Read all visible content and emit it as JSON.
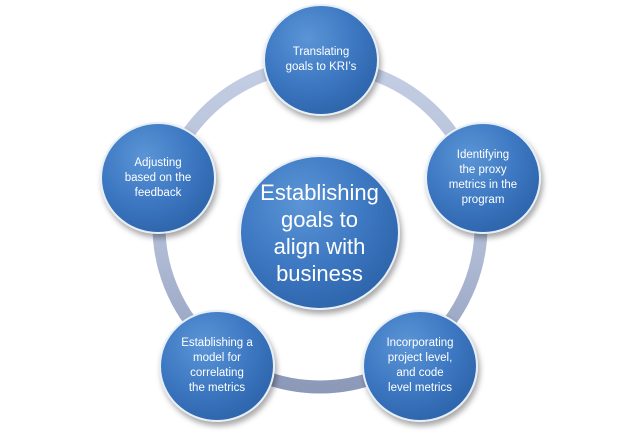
{
  "diagram": {
    "center": {
      "label": "Establishing\ngoals to\nalign with\nbusiness"
    },
    "nodes": [
      {
        "label": "Translating\ngoals to KRI’s"
      },
      {
        "label": "Identifying\nthe proxy\nmetrics in the\nprogram"
      },
      {
        "label": "Incorporating\nproject level,\nand code\nlevel metrics"
      },
      {
        "label": "Establishing a\nmodel for\ncorrelating\nthe metrics"
      },
      {
        "label": "Adjusting\nbased on the\nfeedback"
      }
    ],
    "colors": {
      "node_fill": "#3d78c2",
      "node_border": "#e6eef8",
      "ring": "#b6c3dc",
      "text": "#ffffff"
    }
  }
}
